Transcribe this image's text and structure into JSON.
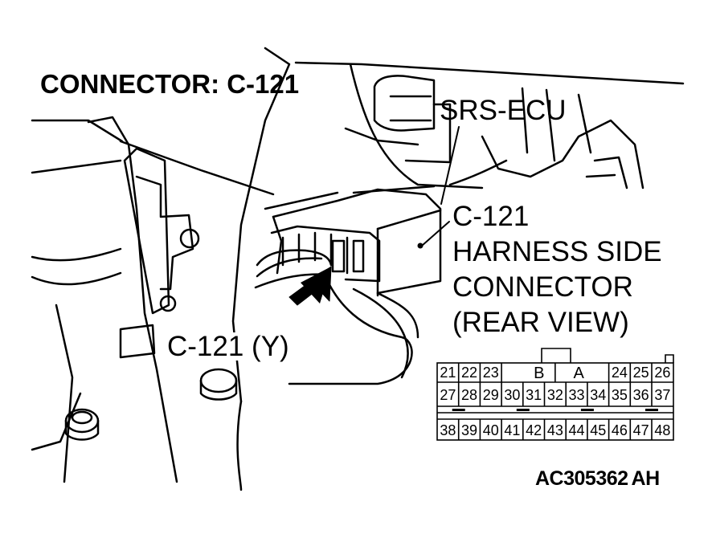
{
  "title": "CONNECTOR: C-121",
  "ecu_label": "SRS-ECU",
  "harness_label": {
    "line1": "C-121",
    "line2": "HARNESS SIDE",
    "line3": "CONNECTOR",
    "line4": "(REAR VIEW)"
  },
  "connector_callout": "C-121 (Y)",
  "figure_code": {
    "part1": "AC305362",
    "part2": "AH"
  },
  "connector": {
    "row1_left": [
      "21",
      "22",
      "23"
    ],
    "row1_right": [
      "24",
      "25",
      "26"
    ],
    "section_labels": [
      "B",
      "A"
    ],
    "row2": [
      "27",
      "28",
      "29",
      "30",
      "31",
      "32",
      "33",
      "34",
      "35",
      "36",
      "37"
    ],
    "row3": [
      "38",
      "39",
      "40",
      "41",
      "42",
      "43",
      "44",
      "45",
      "46",
      "47",
      "48"
    ]
  }
}
